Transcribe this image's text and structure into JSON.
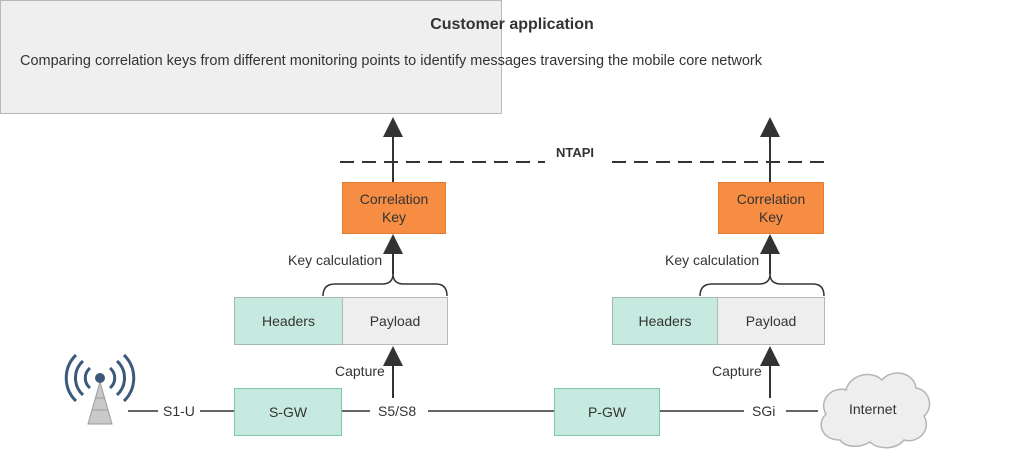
{
  "app": {
    "title": "Customer application",
    "description": "Comparing correlation keys from different monitoring points to identify messages traversing the mobile core network"
  },
  "ntapi_label": "NTAPI",
  "left_path": {
    "correlation_key_line1": "Correlation",
    "correlation_key_line2": "Key",
    "key_calculation": "Key calculation",
    "headers": "Headers",
    "payload": "Payload",
    "capture": "Capture"
  },
  "right_path": {
    "correlation_key_line1": "Correlation",
    "correlation_key_line2": "Key",
    "key_calculation": "Key calculation",
    "headers": "Headers",
    "payload": "Payload",
    "capture": "Capture"
  },
  "network": {
    "s1u": "S1-U",
    "sgw": "S-GW",
    "s5s8": "S5/S8",
    "pgw": "P-GW",
    "sgi": "SGi",
    "internet": "Internet"
  },
  "icons": {
    "tower": "cell-tower-icon",
    "cloud": "cloud-icon"
  },
  "colors": {
    "correlation_key": "#f68d43",
    "gateway": "#c6eadf",
    "box_gray": "#efefef",
    "line": "#333333",
    "tower_blue": "#3b5a7a"
  }
}
